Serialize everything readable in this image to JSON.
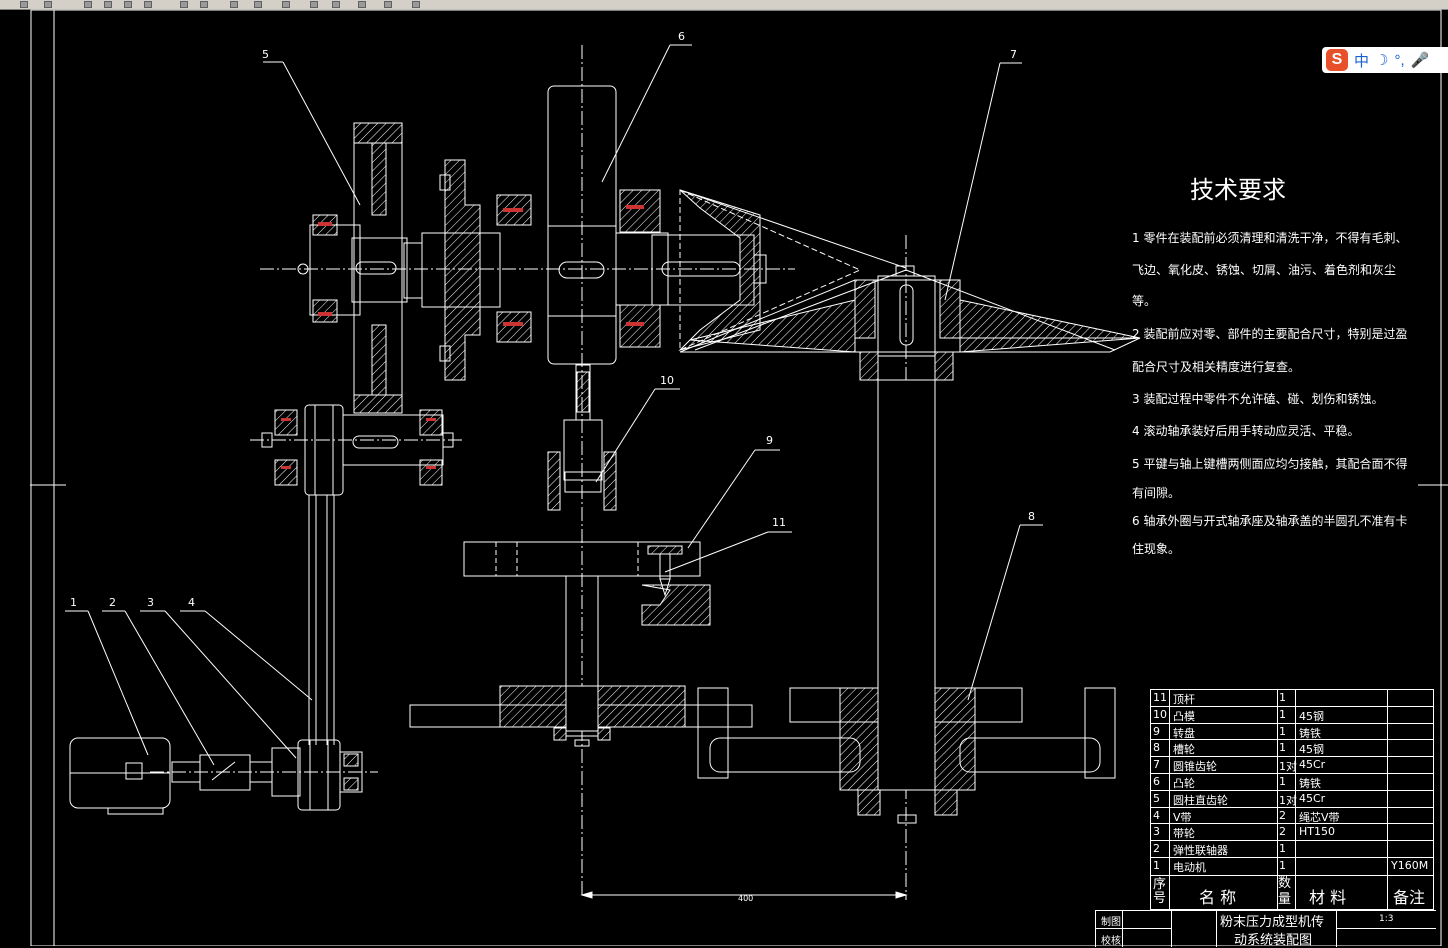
{
  "ime": {
    "mode_label": "中",
    "punct_label": "°,"
  },
  "tech": {
    "title": "技术要求",
    "lines": [
      "1    零件在装配前必须清理和清洗干净，不得有毛刺、",
      "飞边、氧化皮、锈蚀、切屑、油污、着色剂和灰尘",
      "等。",
      "2    装配前应对零、部件的主要配合尺寸，特别是过盈",
      "配合尺寸及相关精度进行复查。",
      "3    装配过程中零件不允许磕、碰、划伤和锈蚀。",
      "4    滚动轴承装好后用手转动应灵活、平稳。",
      "5    平键与轴上键槽两侧面应均匀接触，其配合面不得",
      "有间隙。",
      "6    轴承外圈与开式轴承座及轴承盖的半圆孔不准有卡",
      "住现象。"
    ]
  },
  "balloons": [
    "1",
    "2",
    "3",
    "4",
    "5",
    "6",
    "7",
    "8",
    "9",
    "10",
    "11"
  ],
  "dimension": "400",
  "bom": {
    "rows": [
      {
        "no": "11",
        "name": "顶杆",
        "qty": "1",
        "material": "",
        "note": ""
      },
      {
        "no": "10",
        "name": "凸模",
        "qty": "1",
        "material": "45钢",
        "note": ""
      },
      {
        "no": "9",
        "name": "转盘",
        "qty": "1",
        "material": "铸铁",
        "note": ""
      },
      {
        "no": "8",
        "name": "槽轮",
        "qty": "1",
        "material": "45钢",
        "note": ""
      },
      {
        "no": "7",
        "name": "圆锥齿轮",
        "qty": "1对",
        "material": "45Cr",
        "note": ""
      },
      {
        "no": "6",
        "name": "凸轮",
        "qty": "1",
        "material": "铸铁",
        "note": ""
      },
      {
        "no": "5",
        "name": "圆柱直齿轮",
        "qty": "1对",
        "material": "45Cr",
        "note": ""
      },
      {
        "no": "4",
        "name": "V带",
        "qty": "2",
        "material": "绳芯V带",
        "note": ""
      },
      {
        "no": "3",
        "name": "带轮",
        "qty": "2",
        "material": "HT150",
        "note": ""
      },
      {
        "no": "2",
        "name": "弹性联轴器",
        "qty": "1",
        "material": "",
        "note": ""
      },
      {
        "no": "1",
        "name": "电动机",
        "qty": "1",
        "material": "",
        "note": "Y160M"
      }
    ],
    "header": {
      "no": "序号",
      "name": "名  称",
      "qty": "数量",
      "material": "材 料",
      "note": "备注"
    }
  },
  "title_block": {
    "drawn_label": "制图",
    "checked_label": "校核",
    "title_line1": "粉末压力成型机传",
    "title_line2": "动系统装配图",
    "scale": "1:3"
  }
}
